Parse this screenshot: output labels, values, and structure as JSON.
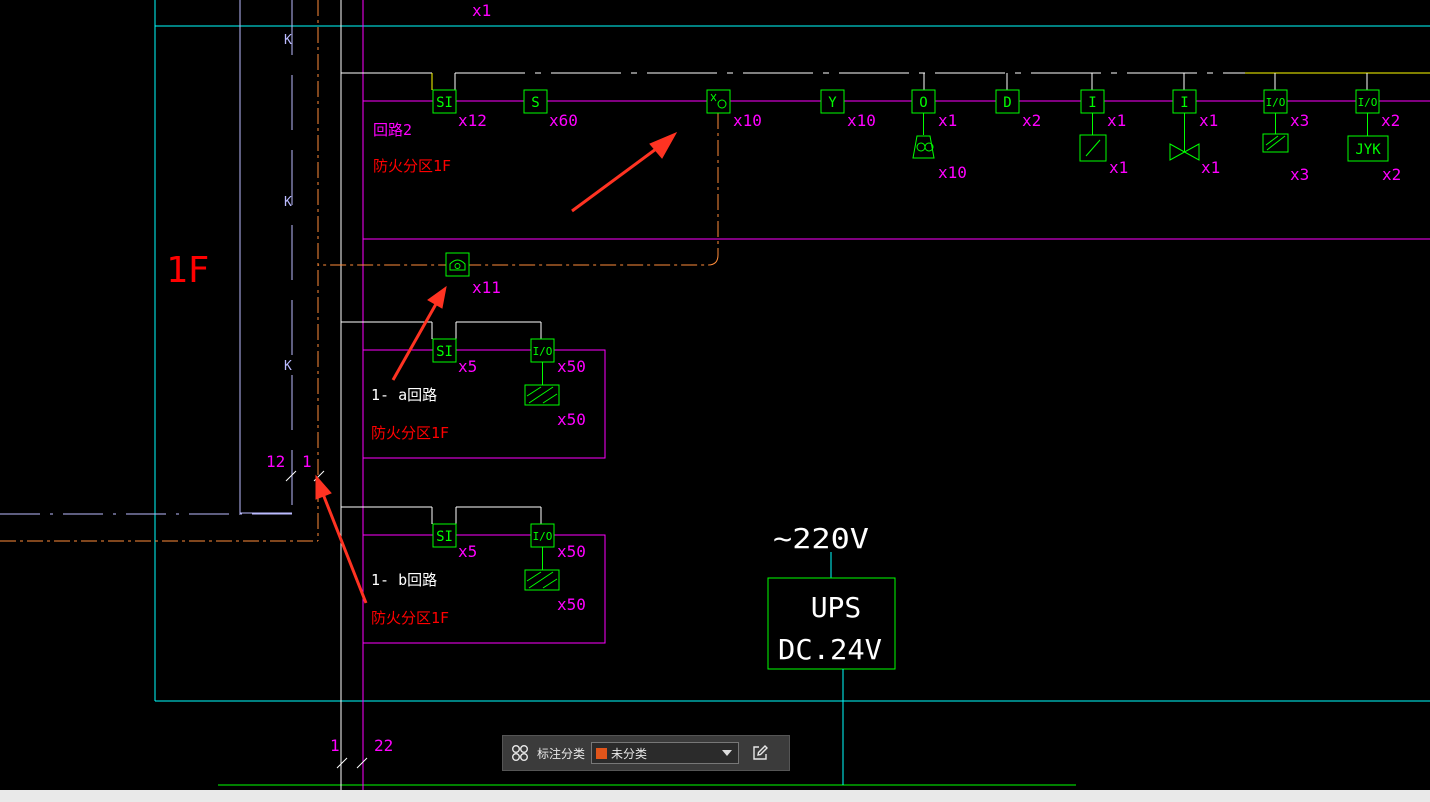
{
  "colors": {
    "cyan": "#00ffff",
    "magenta": "#ff00ff",
    "yellow": "#ffff00",
    "green": "#00ff00",
    "red": "#ff0000",
    "orange": "#ff8c3a",
    "white": "#ffffff",
    "arrow": "#ff3322",
    "swatch": "#e0551b"
  },
  "floor": {
    "label": "1F"
  },
  "top": {
    "label": "x1"
  },
  "riser": {
    "k_label": "K",
    "count_left": "12",
    "count_right": "1",
    "bottom_left": "1",
    "bottom_right": "22"
  },
  "loop2": {
    "name": "回路2",
    "zone": "防火分区1F",
    "devices": [
      {
        "id": "si",
        "label": "SI",
        "count": "x12"
      },
      {
        "id": "smoke",
        "label": "S",
        "count": "x60"
      },
      {
        "id": "heat",
        "label": "",
        "count": "x10"
      },
      {
        "id": "hydrant",
        "label": "Y",
        "count": "x10"
      },
      {
        "id": "o",
        "label": "O",
        "count": "x1",
        "sub": {
          "type": "alarm",
          "count": "x10"
        }
      },
      {
        "id": "d",
        "label": "D",
        "count": "x2"
      },
      {
        "id": "i1",
        "label": "I",
        "count": "x1",
        "sub": {
          "type": "switch",
          "count": "x1"
        }
      },
      {
        "id": "i2",
        "label": "I",
        "count": "x1",
        "sub": {
          "type": "valve",
          "count": "x1"
        }
      },
      {
        "id": "io1",
        "label": "I/O",
        "count": "x3",
        "sub": {
          "type": "damper",
          "count": "x3"
        }
      },
      {
        "id": "io2",
        "label": "I/O",
        "count": "x2",
        "sub": {
          "type": "jyk",
          "label": "JYK",
          "count": "x2"
        }
      }
    ]
  },
  "phone": {
    "count": "x11"
  },
  "loop1a": {
    "name": "1- a回路",
    "zone": "防火分区1F",
    "si_label": "SI",
    "si_count": "x5",
    "io_label": "I/O",
    "io_count": "x50",
    "damper_count": "x50"
  },
  "loop1b": {
    "name": "1- b回路",
    "zone": "防火分区1F",
    "si_label": "SI",
    "si_count": "x5",
    "io_label": "I/O",
    "io_count": "x50",
    "damper_count": "x50"
  },
  "power": {
    "ac": "~220V",
    "ups_line1": "UPS",
    "ups_line2": "DC.24V"
  },
  "toolbar": {
    "category_label": "标注分类",
    "selected_value": "未分类"
  }
}
